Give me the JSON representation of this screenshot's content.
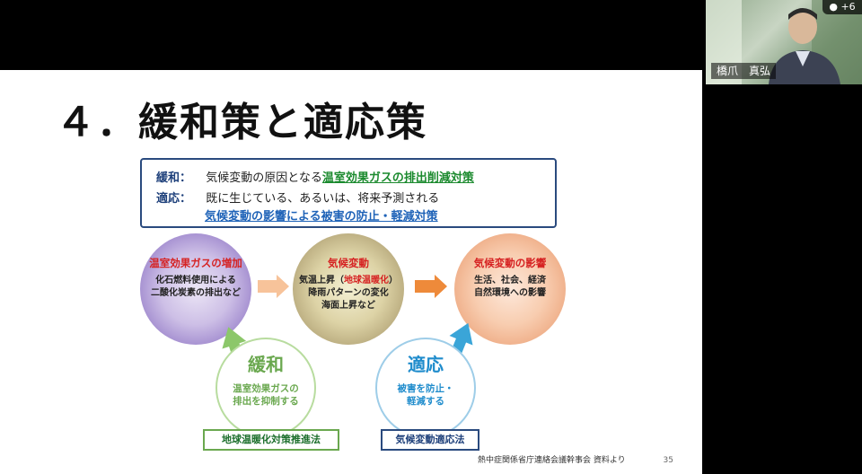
{
  "slide": {
    "title": "４．緩和策と適応策",
    "definitions": {
      "mitigation_key": "緩和：",
      "mitigation_text": "気候変動の原因となる",
      "mitigation_highlight": "温室効果ガスの排出削減対策",
      "adaptation_key": "適応：",
      "adaptation_text": "既に生じている、あるいは、将来予測される",
      "adaptation_highlight": "気候変動の影響による被害の防止・軽減対策"
    },
    "diagram": {
      "cause_title": "温室効果ガスの増加",
      "cause_line1": "化石燃料使用による",
      "cause_line2": "二酸化炭素の排出など",
      "change_title": "気候変動",
      "change_line1_a": "気温上昇（",
      "change_line1_b": "地球温暖化",
      "change_line1_c": "）",
      "change_line2": "降雨パターンの変化",
      "change_line3": "海面上昇など",
      "impact_title": "気候変動の影響",
      "impact_line1": "生活、社会、経済",
      "impact_line2": "自然環境への影響",
      "mitigation_circle_title": "緩和",
      "mitigation_circle_line1": "温室効果ガスの",
      "mitigation_circle_line2": "排出を抑制する",
      "adaptation_circle_title": "適応",
      "adaptation_circle_line1": "被害を防止・",
      "adaptation_circle_line2": "軽減する",
      "mitigation_law": "地球温暖化対策推進法",
      "adaptation_law": "気候変動適応法"
    },
    "source": "熱中症関係省庁連絡会議幹事会 資料より",
    "page_number": "35"
  },
  "video": {
    "participant_name": "橋爪　真弘",
    "participant_count": "+6"
  },
  "colors": {
    "red": "#d62222",
    "green": "#1b8a2e",
    "blue": "#1f63b8",
    "navy": "#1d3f7a"
  }
}
